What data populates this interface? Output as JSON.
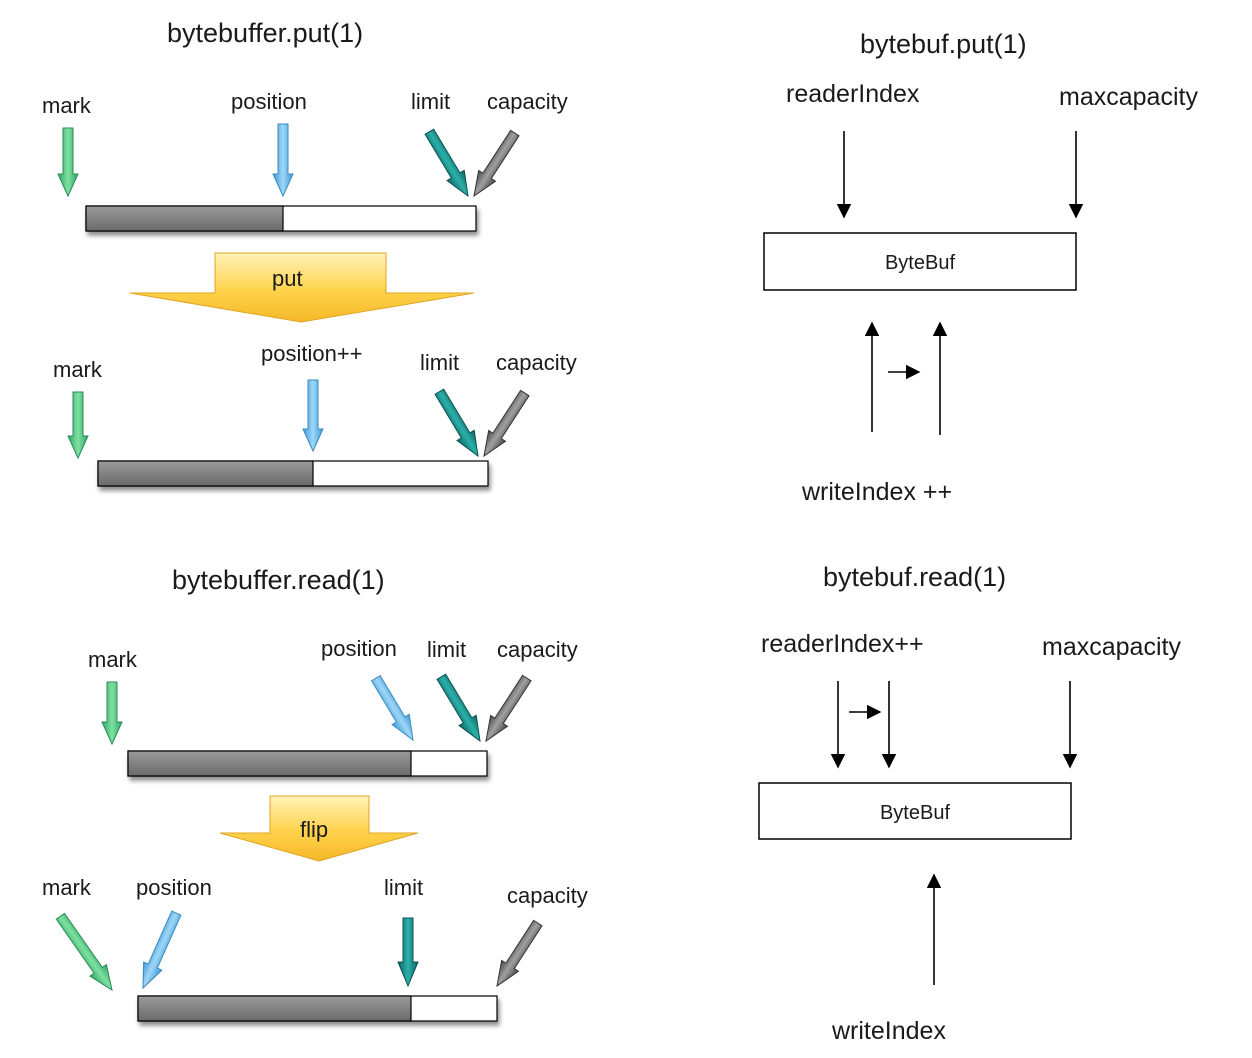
{
  "colors": {
    "mark": "#3fbf7a",
    "position": "#5ab4ea",
    "limit": "#138a8a",
    "capacity": "#6b6b6b",
    "filled": "#808080",
    "banner": "#ffd24a"
  },
  "left": {
    "put_title": "bytebuffer.put(1)",
    "read_title": "bytebuffer.read(1)",
    "put_banner": "put",
    "flip_banner": "flip",
    "panel1": {
      "mark": "mark",
      "position": "position",
      "limit": "limit",
      "capacity": "capacity",
      "filled_fraction": 0.5
    },
    "panel2": {
      "mark": "mark",
      "position": "position++",
      "limit": "limit",
      "capacity": "capacity",
      "filled_fraction": 0.55
    },
    "panel3": {
      "mark": "mark",
      "position": "position",
      "limit": "limit",
      "capacity": "capacity",
      "filled_fraction": 0.79
    },
    "panel4": {
      "mark": "mark",
      "position": "position",
      "limit": "limit",
      "capacity": "capacity",
      "filled_fraction": 0.76
    }
  },
  "right": {
    "put_title": "bytebuf.put(1)",
    "read_title": "bytebuf.read(1)",
    "put": {
      "reader": "readerIndex",
      "max": "maxcapacity",
      "box": "ByteBuf",
      "writer": "writeIndex ++"
    },
    "read": {
      "reader": "readerIndex++",
      "max": "maxcapacity",
      "box": "ByteBuf",
      "writer": "writeIndex"
    }
  }
}
